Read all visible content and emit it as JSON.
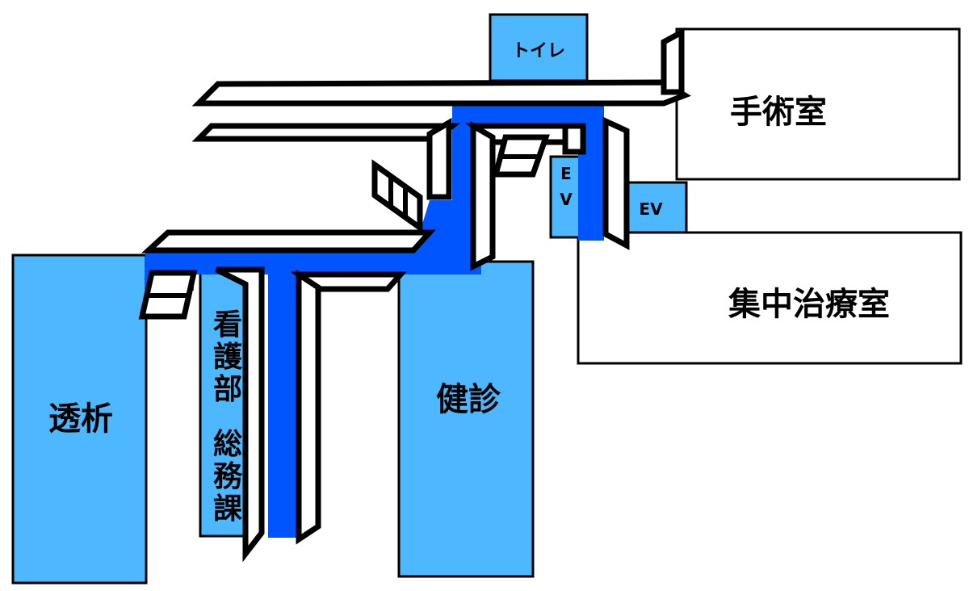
{
  "map": {
    "toilet": "トイレ",
    "surgery": "手術室",
    "icu": "集中治療室",
    "elevator_small": "EV",
    "elevator_vertical": [
      "E",
      "V"
    ],
    "dialysis": "透析",
    "health_checkup": "健診",
    "nursing_dept": [
      "看",
      "護",
      "部"
    ],
    "general_affairs": [
      "総",
      "務",
      "課"
    ]
  },
  "colors": {
    "room_fill": "#4db8ff",
    "corridor": "#0055ff",
    "outline": "#000000",
    "background": "#ffffff"
  }
}
